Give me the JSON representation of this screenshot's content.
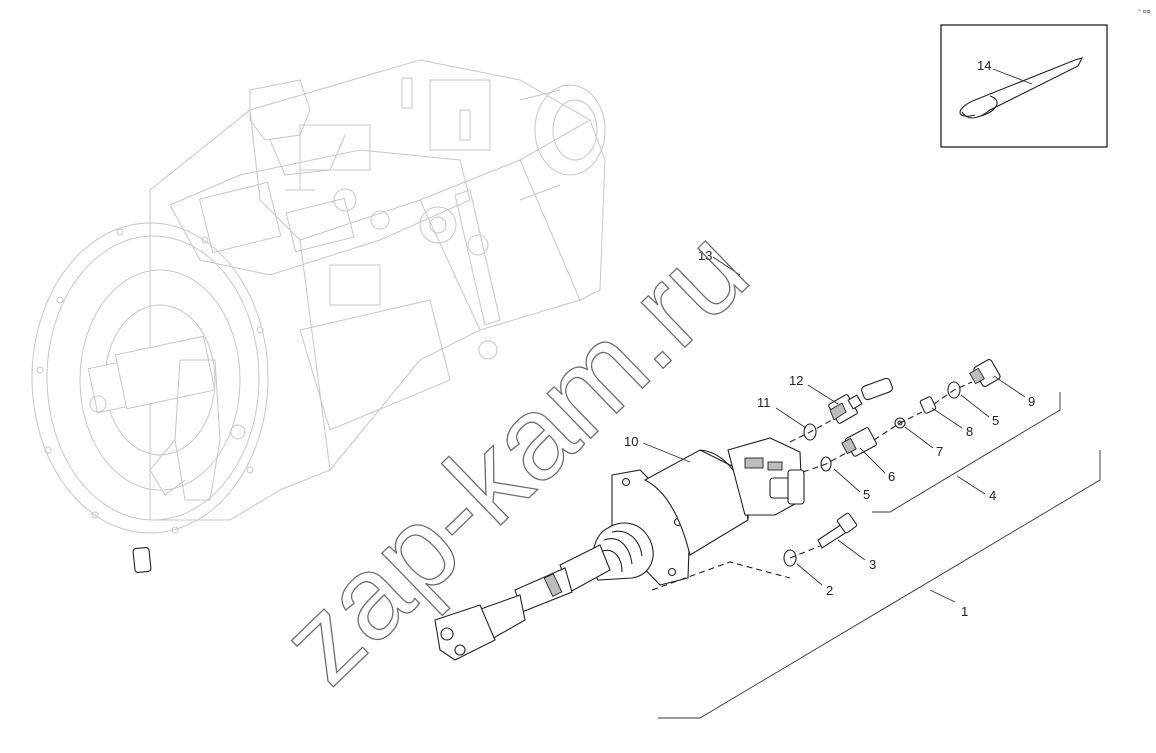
{
  "watermark": "zap-kam.ru",
  "corner_mark": "° ¤¤",
  "part_numbers": {
    "p1": "1",
    "p2": "2",
    "p3": "3",
    "p4": "4",
    "p5a": "5",
    "p5b": "5",
    "p6": "6",
    "p7": "7",
    "p8": "8",
    "p9": "9",
    "p10": "10",
    "p11": "11",
    "p12": "12",
    "p13": "13",
    "p14": "14"
  }
}
